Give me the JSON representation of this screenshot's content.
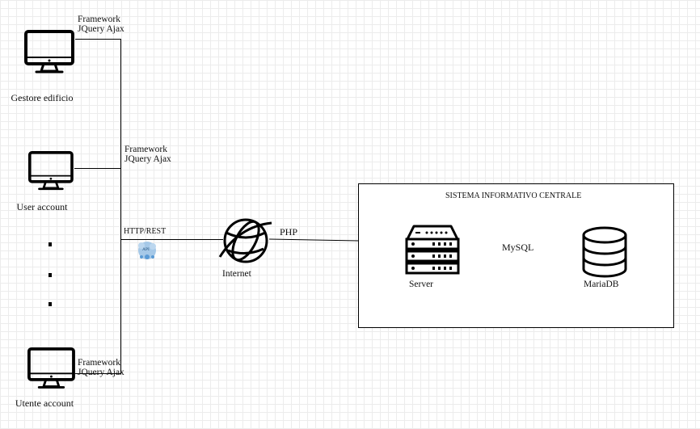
{
  "clients": {
    "gestore": {
      "label": "Gestore edificio",
      "tech_line1": "Framework",
      "tech_line2": "JQuery Ajax"
    },
    "user": {
      "label": "User account",
      "tech_line1": "Framework",
      "tech_line2": "JQuery Ajax"
    },
    "utente": {
      "label": "Utente account",
      "tech_line1": "Framework",
      "tech_line2": "JQuery Ajax"
    }
  },
  "connections": {
    "http_rest": "HTTP/REST",
    "api_badge": "API",
    "php": "PHP",
    "mysql": "MySQL"
  },
  "internet": {
    "label": "Internet"
  },
  "central_system": {
    "title": "SISTEMA INFORMATIVO CENTRALE",
    "server_label": "Server",
    "db_label": "MariaDB"
  },
  "colors": {
    "line": "#000000",
    "grid": "#ececec",
    "api_badge": "#5b9bd5"
  }
}
